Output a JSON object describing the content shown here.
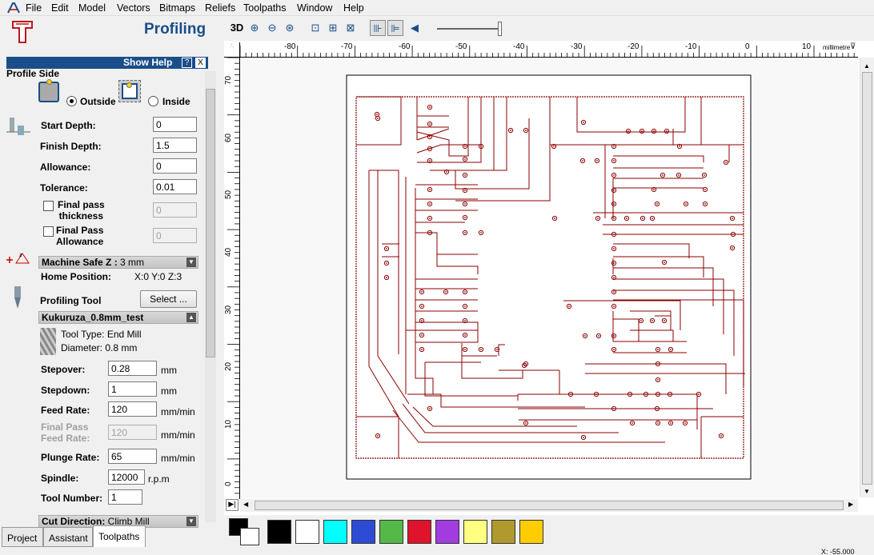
{
  "menu": [
    "File",
    "Edit",
    "Model",
    "Vectors",
    "Bitmaps",
    "Reliefs",
    "Toolpaths",
    "Window",
    "Help"
  ],
  "panel": {
    "title": "Profiling",
    "show_help": "Show Help",
    "help_q": "?",
    "help_x": "X",
    "profile_side": "Profile Side",
    "outside": "Outside",
    "inside": "Inside",
    "start_depth_label": "Start Depth:",
    "start_depth": "0",
    "finish_depth_label": "Finish Depth:",
    "finish_depth": "1.5",
    "allowance_label": "Allowance:",
    "allowance": "0",
    "tolerance_label": "Tolerance:",
    "tolerance": "0.01",
    "final_pass_thickness_label_1": "Final pass",
    "final_pass_thickness_label_2": "thickness",
    "final_pass_thickness": "0",
    "final_pass_allowance_label_1": "Final Pass",
    "final_pass_allowance_label_2": "Allowance",
    "final_pass_allowance": "0",
    "safe_z_label": "Machine Safe Z :",
    "safe_z_value": " 3 mm",
    "home_label": "Home Position:",
    "home_value": "X:0 Y:0 Z:3",
    "profiling_tool_label": "Profiling Tool",
    "select_button": "Select ...",
    "tool_name": "Kukuruza_0.8mm_test",
    "tool_type": "Tool Type: End Mill",
    "diameter": "Diameter: 0.8 mm",
    "stepover_label": "Stepover:",
    "stepover": "0.28",
    "stepdown_label": "Stepdown:",
    "stepdown": "1",
    "feed_rate_label": "Feed Rate:",
    "feed_rate": "120",
    "final_feed_label_1": "Final Pass",
    "final_feed_label_2": "Feed Rate:",
    "final_feed": "120",
    "plunge_rate_label": "Plunge Rate:",
    "plunge_rate": "65",
    "spindle_label": "Spindle:",
    "spindle": "12000",
    "tool_number_label": "Tool Number:",
    "tool_number": "1",
    "unit_mm": "mm",
    "unit_mmmin": "mm/min",
    "unit_rpm": "r.p.m",
    "cut_direction_label": "Cut Direction:",
    "cut_direction_value": " Climb Mill"
  },
  "tabs": [
    "Project",
    "Assistant",
    "Toolpaths"
  ],
  "toolbar": {
    "three_d": "3D",
    "units": "millimetres"
  },
  "ruler": {
    "h_ticks": [
      "-80",
      "-70",
      "-60",
      "-50",
      "-40",
      "-30",
      "-20",
      "-10",
      "0",
      "10"
    ],
    "v_ticks": [
      "70",
      "60",
      "50",
      "40",
      "30",
      "20",
      "10",
      "0"
    ]
  },
  "colors": {
    "accent": "#1a4e8a",
    "vector": "#8b0000",
    "swatches": [
      "#000000",
      "#ffffff",
      "#00ffff",
      "#2e4bd6",
      "#55b94a",
      "#e0132c",
      "#a23be0",
      "#ffff80",
      "#b09a2e",
      "#ffcc00"
    ]
  },
  "status": "X: -55.000"
}
